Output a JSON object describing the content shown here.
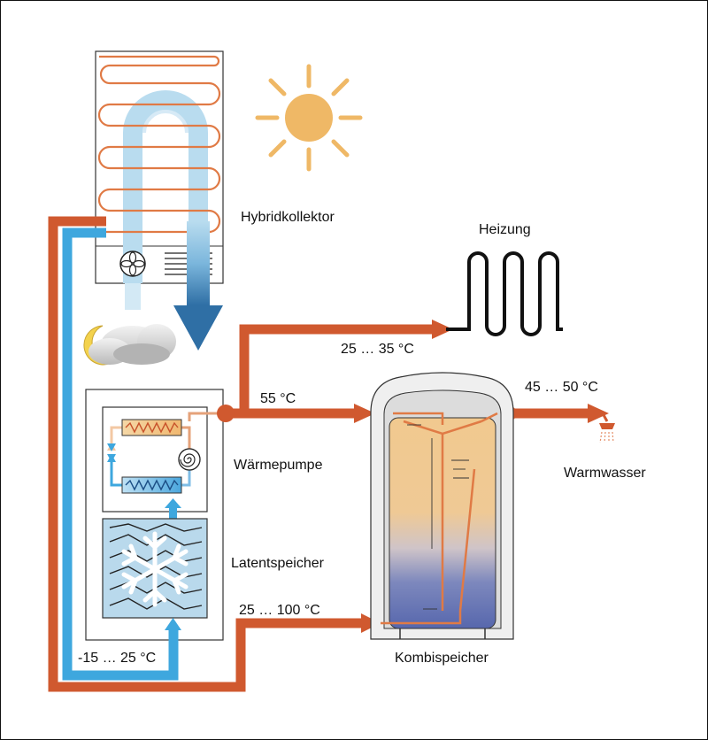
{
  "labels": {
    "hybrid_collector": "Hybridkollektor",
    "heating": "Heizung",
    "heat_pump": "Wärmepumpe",
    "latent_storage": "Latentspeicher",
    "hot_water": "Warmwasser",
    "combi_storage": "Kombispeicher"
  },
  "temperatures": {
    "heating": "25 … 35 °C",
    "heat_pump_out": "55 °C",
    "hot_water": "45 … 50 °C",
    "latent_to_storage": "25 … 100 °C",
    "collector_brine": "-15 … 25 °C"
  },
  "colors": {
    "hot_pipe": "#d0592f",
    "cold_pipe": "#3ea7de",
    "sun": "#efb866",
    "air_light": "#b9dcef",
    "air_dark": "#2f6fa5",
    "storage_warm": "#f1c98f",
    "storage_cold": "#5f73b2",
    "copper_coil": "#e07a45"
  }
}
